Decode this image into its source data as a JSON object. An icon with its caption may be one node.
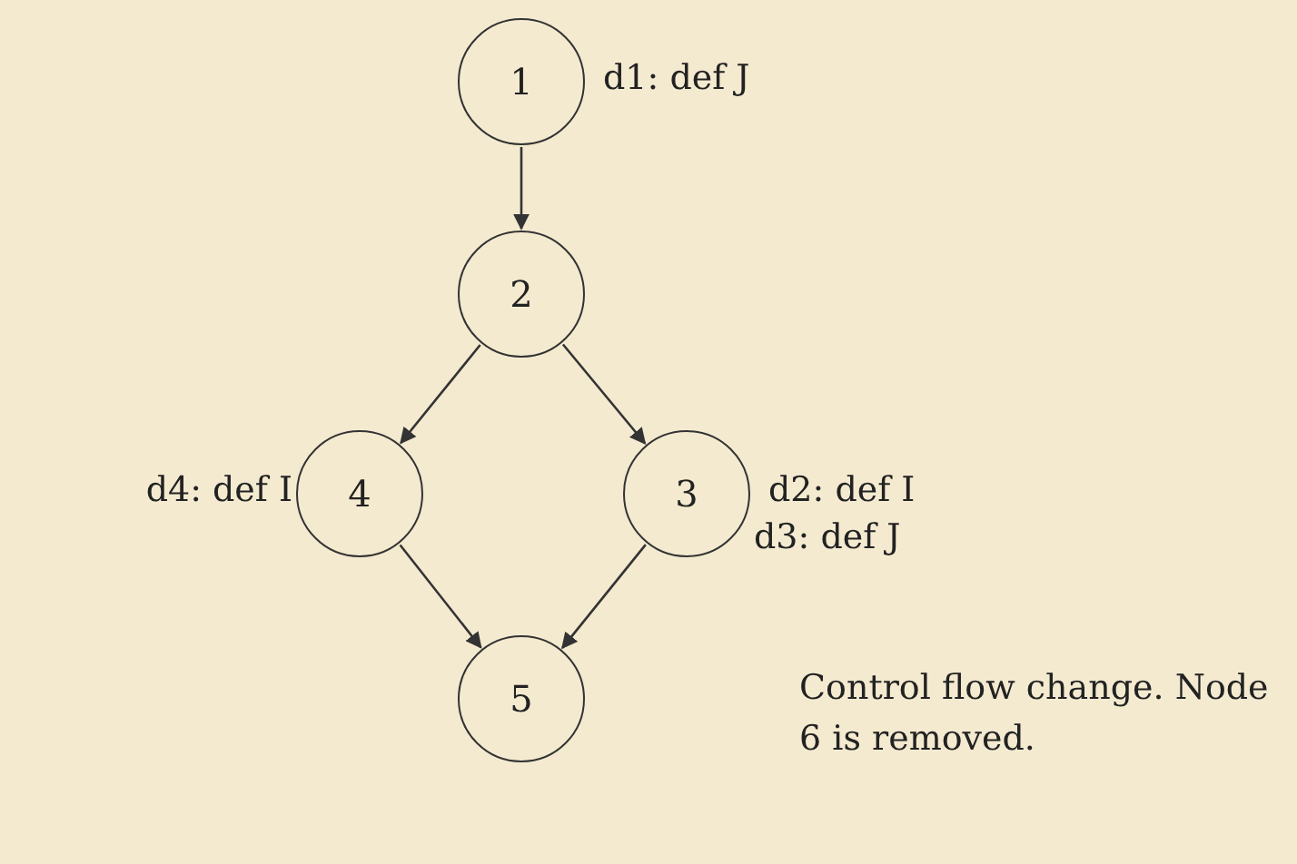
{
  "diagram": {
    "caption": "Control flow change. Node 6 is removed.",
    "nodes": [
      {
        "text": [
          "1"
        ],
        "beside": [
          "d1: def J"
        ]
      },
      {
        "text": [
          "2"
        ]
      },
      {
        "text": [
          "4"
        ],
        "beside": [
          "d4: def I"
        ]
      },
      {
        "text": [
          "3"
        ],
        "beside": [
          "d2: def I",
          "d3: def J"
        ]
      },
      {
        "text": [
          "5"
        ]
      }
    ],
    "edges": [
      {
        "from": 0,
        "to": 1,
        "arrow": "to"
      },
      {
        "from": 1,
        "to": 2,
        "arrow": "to"
      },
      {
        "from": 1,
        "to": 3,
        "arrow": "to"
      },
      {
        "from": 2,
        "to": 4,
        "arrow": "to"
      },
      {
        "from": 3,
        "to": 4,
        "arrow": "to"
      }
    ]
  }
}
